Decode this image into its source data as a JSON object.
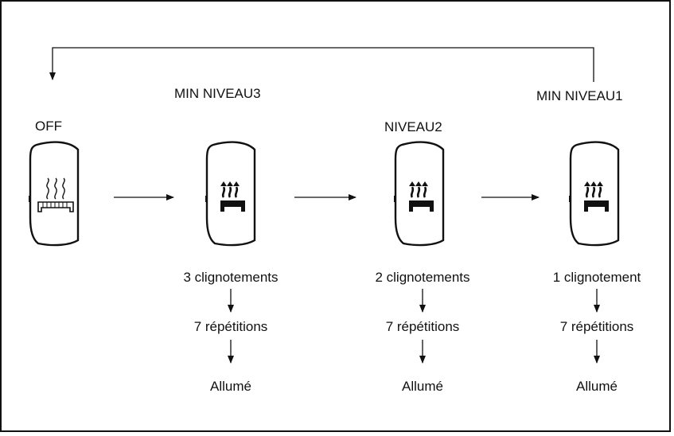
{
  "states": {
    "off": {
      "title": "OFF"
    },
    "min3": {
      "title": "MIN NIVEAU3",
      "blinks": "3 clignotements",
      "repeats": "7 répétitions",
      "result": "Allumé"
    },
    "niv2": {
      "title": "NIVEAU2",
      "blinks": "2 clignotements",
      "repeats": "7 répétitions",
      "result": "Allumé"
    },
    "min1": {
      "title": "MIN NIVEAU1",
      "blinks": "1 clignotement",
      "repeats": "7 répétitions",
      "result": "Allumé"
    }
  },
  "icons": {
    "off_switch": "heated-seat-off-icon",
    "on_switch": "heated-seat-on-icon"
  },
  "colors": {
    "line": "#111111",
    "background": "#ffffff"
  }
}
